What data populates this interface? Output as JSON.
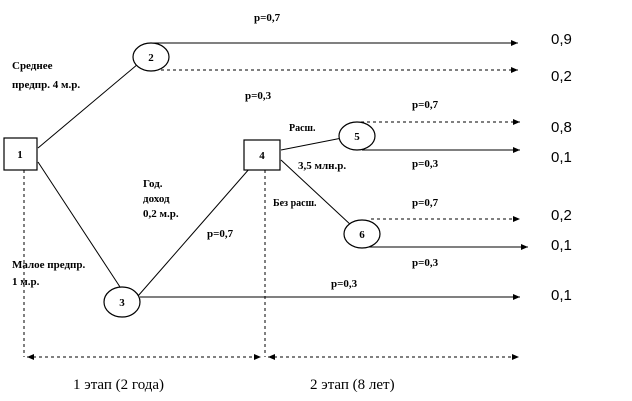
{
  "nodes": {
    "n1": "1",
    "n2": "2",
    "n3": "3",
    "n4": "4",
    "n5": "5",
    "n6": "6"
  },
  "labels": {
    "medium_a": "Среднее",
    "medium_b": "предпр.  4 м.р.",
    "small_a": "Малое предпр.",
    "small_b": "1 м.р.",
    "income_a": "Год.",
    "income_b": "доход",
    "income_c": "0,2 м.р.",
    "expand": "Расш.",
    "expand_cost": "3,5 млн.р.",
    "no_expand": "Без расш."
  },
  "probabilities": {
    "p_2_top": "p=0,7",
    "p_2_low": "p=0,3",
    "p_3_up": "p=0,7",
    "p_3_right": "p=0,3",
    "p_5_top": "p=0,7",
    "p_5_low": "p=0,3",
    "p_6_top": "p=0,7",
    "p_6_low": "p=0,3"
  },
  "outcomes": {
    "o1": "0,9",
    "o2": "0,2",
    "o3": "0,8",
    "o4": "0,1",
    "o5": "0,2",
    "o6": "0,1",
    "o7": "0,1"
  },
  "stages": {
    "stage1": "1 этап (2 года)",
    "stage2": "2 этап (8 лет)"
  }
}
